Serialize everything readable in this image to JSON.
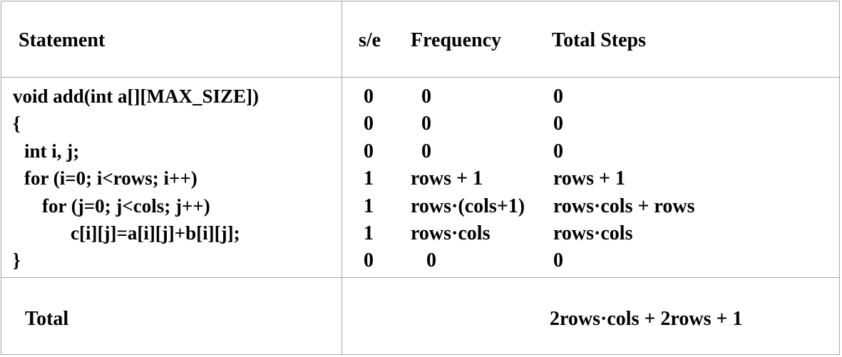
{
  "header": {
    "statement": "Statement",
    "se": "s/e",
    "frequency": "Frequency",
    "total_steps": "Total Steps"
  },
  "rows": [
    {
      "statement": "void add(int a[][MAX_SIZE])",
      "se": "0",
      "frequency": "0",
      "total": "0"
    },
    {
      "statement": "{",
      "se": "0",
      "frequency": "0",
      "total": "0"
    },
    {
      "statement": "int i, j;",
      "se": "0",
      "frequency": "0",
      "total": "0"
    },
    {
      "statement": "for (i=0; i<rows; i++)",
      "se": "1",
      "frequency": "rows + 1",
      "total": "rows + 1"
    },
    {
      "statement": "for (j=0; j<cols; j++)",
      "se": "1",
      "frequency": "rows·(cols+1)",
      "total": "rows·cols + rows"
    },
    {
      "statement": "c[i][j]=a[i][j]+b[i][j];",
      "se": "1",
      "frequency": "rows·cols",
      "total": "rows·cols"
    },
    {
      "statement": "}",
      "se": "0",
      "frequency": "0",
      "total": "0"
    }
  ],
  "footer": {
    "label": "Total",
    "value": "2rows·cols + 2rows + 1"
  }
}
